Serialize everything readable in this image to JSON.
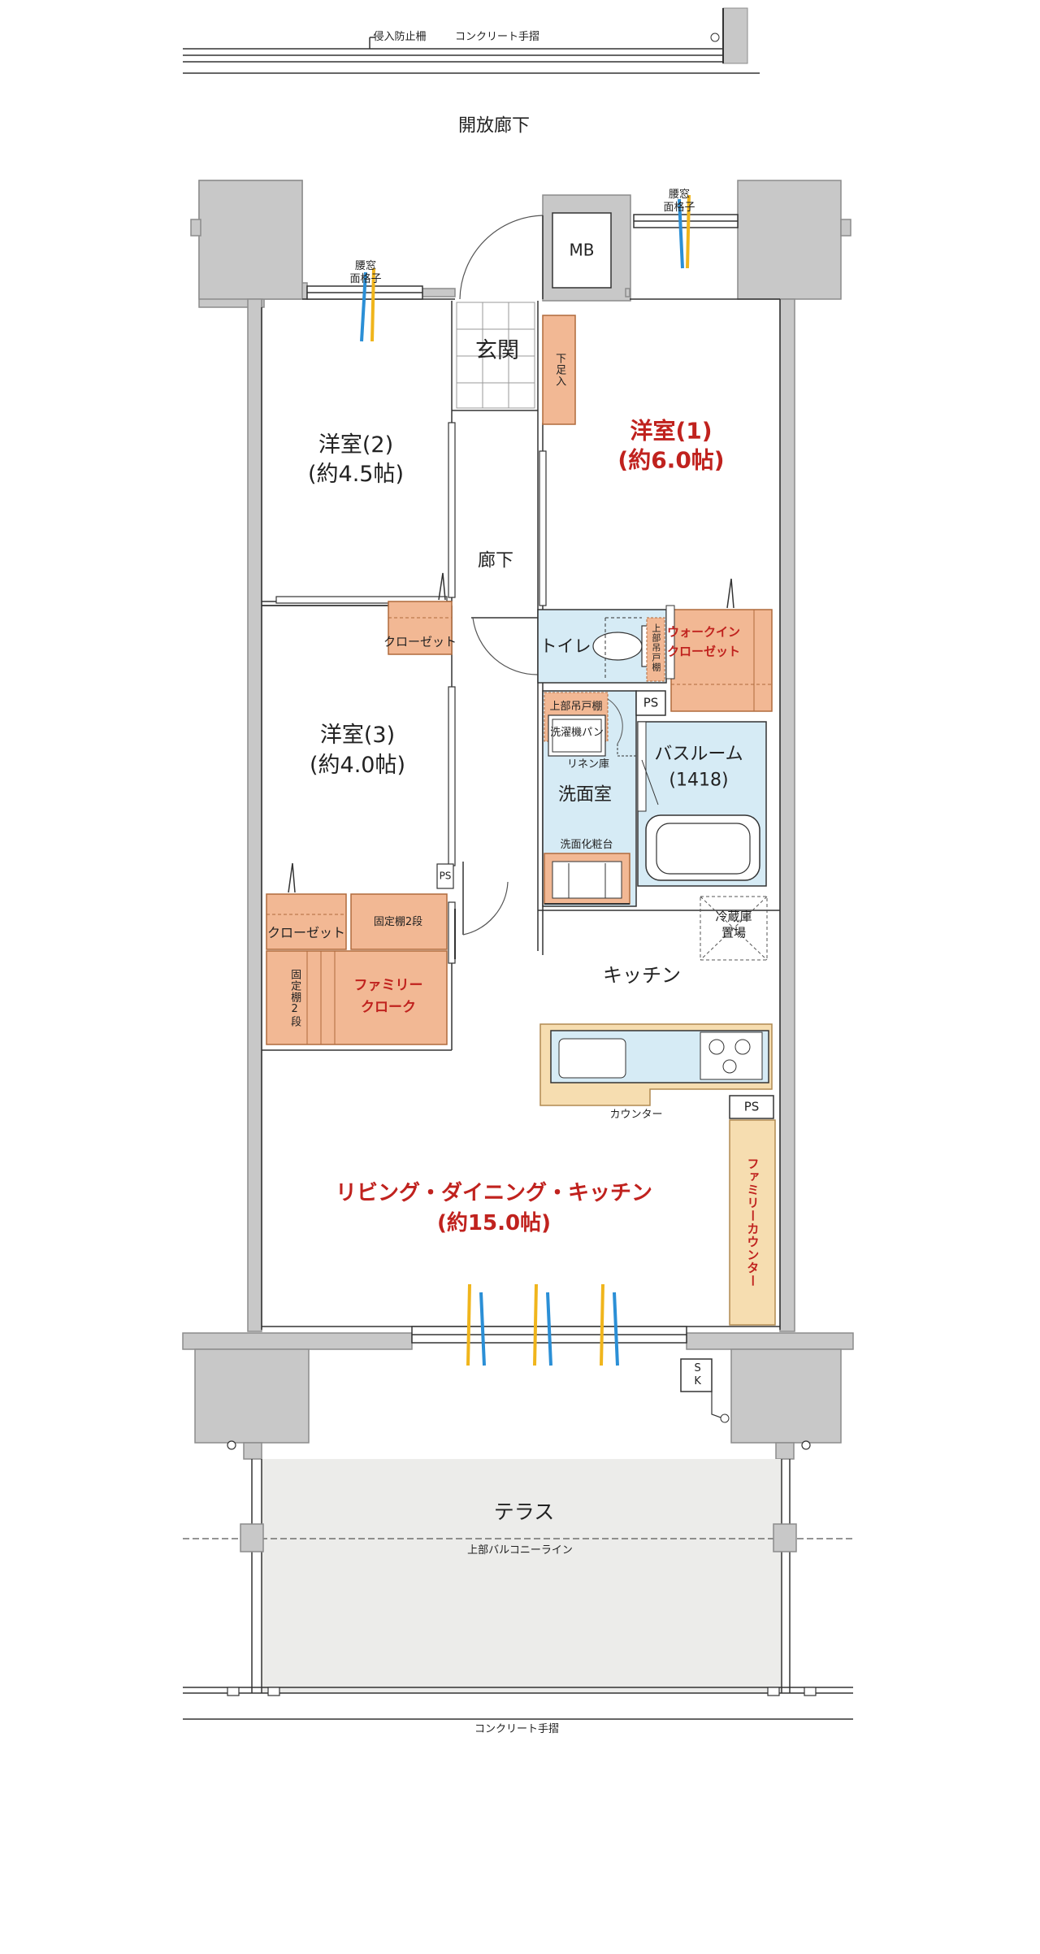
{
  "labels": {
    "top_railing_guard": "侵入防止柵",
    "top_railing": "コンクリート手摺",
    "open_corridor": "開放廊下",
    "mb": "MB",
    "window_grille_left": "面格子",
    "window_grille_right": "面格子",
    "window_top_left": "腰窓",
    "window_top_right": "腰窓",
    "entrance": "玄関",
    "shoe_box": "下足入",
    "bedroom1_name": "洋室(1)",
    "bedroom1_size": "(約6.0帖)",
    "bedroom2_name": "洋室(2)",
    "bedroom2_size": "(約4.5帖)",
    "bedroom3_name": "洋室(3)",
    "bedroom3_size": "(約4.0帖)",
    "hallway": "廊下",
    "closet_upper": "クローゼット",
    "toilet": "トイレ",
    "toilet_shelf": "上部吊戸棚",
    "walkin_closet_1": "ウォークイン",
    "walkin_closet_2": "クローゼット",
    "ps_1": "PS",
    "ps_2": "PS",
    "ps_3": "PS",
    "upper_cabinet": "上部吊戸棚",
    "washer_pan": "洗濯機パン",
    "linen": "リネン庫",
    "washroom": "洗面室",
    "vanity": "洗面化粧台",
    "bathroom_name": "バスルーム",
    "bathroom_size": "(1418)",
    "fridge_1": "冷蔵庫",
    "fridge_2": "置場",
    "closet_lower": "クローゼット",
    "fixed_shelf_top": "固定棚2段",
    "fixed_shelf_side": "固定棚2段",
    "family_cloak_1": "ファミリー",
    "family_cloak_2": "クローク",
    "kitchen": "キッチン",
    "counter": "カウンター",
    "family_counter": "ファミリーカウンター",
    "ldk_name": "リビング・ダイニング・キッチン",
    "ldk_size": "(約15.0帖)",
    "sk": "SK",
    "terrace": "テラス",
    "upper_balcony_line": "上部バルコニーライン",
    "bottom_railing": "コンクリート手摺"
  },
  "colors": {
    "wall": "#c8c8c8",
    "wall_edge": "#8c8c8c",
    "storage": "#f2b894",
    "storage_edge": "#b06a3c",
    "wet_area": "#d6ebf5",
    "counter": "#f6ddb0",
    "terrace": "#ececea",
    "accent_red": "#c0221e",
    "air_blue": "#2b8fd6",
    "air_yellow": "#f0b51c"
  }
}
